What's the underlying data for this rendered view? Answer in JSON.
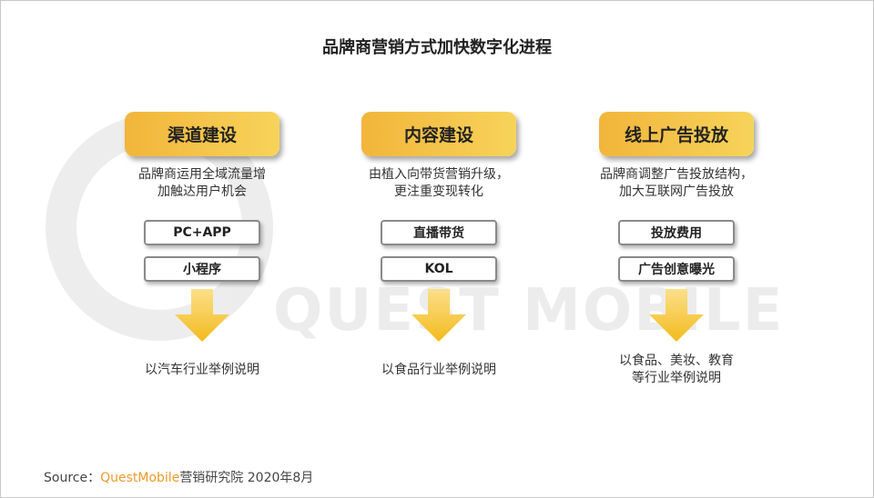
{
  "title": "品牌商营销方式加快数字化进程",
  "watermark": "QUEST MOBILE",
  "columns": [
    {
      "heading": "渠道建设",
      "desc1": "品牌商运用全域流量增",
      "desc2": "加触达用户机会",
      "tags": [
        "PC+APP",
        "小程序"
      ],
      "note1": "以汽车行业举例说明",
      "note2": ""
    },
    {
      "heading": "内容建设",
      "desc1": "由植入向带货营销升级，",
      "desc2": "更注重变现转化",
      "tags": [
        "直播带货",
        "KOL"
      ],
      "note1": "以食品行业举例说明",
      "note2": ""
    },
    {
      "heading": "线上广告投放",
      "desc1": "品牌商调整广告投放结构，",
      "desc2": "加大互联网广告投放",
      "tags": [
        "投放费用",
        "广告创意曝光"
      ],
      "note1": "以食品、美妆、教育",
      "note2": "等行业举例说明"
    }
  ],
  "source": {
    "label": "Source：",
    "brand": "QuestMobile",
    "rest": "营销研究院 2020年8月"
  },
  "colors": {
    "accent": "#f2b53b",
    "arrow": "#f5c231",
    "brand": "#ef9a2a"
  }
}
